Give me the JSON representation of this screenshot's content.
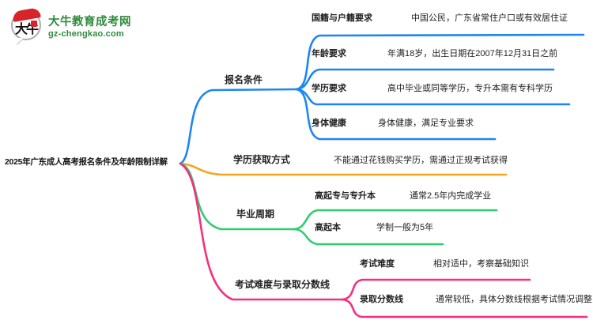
{
  "logo": {
    "title": "大牛教育成考网",
    "domain": "gz-chengkao.com",
    "icon_chars": "大牛"
  },
  "root": {
    "title": "2025年广东成人高考报名条件及年龄限制详解"
  },
  "colors": {
    "registration_blue": "#1E86F2",
    "degree_orange": "#F7A421",
    "graduation_green": "#2FCC70",
    "exam_pink": "#F5307D",
    "brand_green": "#2E8B3C",
    "brand_red": "#D8232A"
  },
  "branches": [
    {
      "label": "报名条件",
      "color": "#1E86F2",
      "children": [
        {
          "label": "国籍与户籍要求",
          "value": "中国公民，广东省常住户口或有效居住证"
        },
        {
          "label": "年龄要求",
          "value": "年满18岁，出生日期在2007年12月31日之前"
        },
        {
          "label": "学历要求",
          "value": "高中毕业或同等学历，专升本需有专科学历"
        },
        {
          "label": "身体健康",
          "value": "身体健康，满足专业要求"
        }
      ]
    },
    {
      "label": "学历获取方式",
      "color": "#F7A421",
      "value": "不能通过花钱购买学历，需通过正规考试获得",
      "children": []
    },
    {
      "label": "毕业周期",
      "color": "#2FCC70",
      "children": [
        {
          "label": "高起专与专升本",
          "value": "通常2.5年内完成学业"
        },
        {
          "label": "高起本",
          "value": "学制一般为5年"
        }
      ]
    },
    {
      "label": "考试难度与录取分数线",
      "color": "#F5307D",
      "children": [
        {
          "label": "考试难度",
          "value": "相对适中，考察基础知识"
        },
        {
          "label": "录取分数线",
          "value": "通常较低，具体分数线根据考试情况调整"
        }
      ]
    }
  ]
}
